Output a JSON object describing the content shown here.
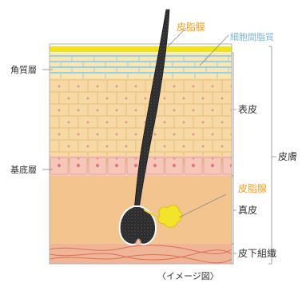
{
  "labels": {
    "sebum_film": "皮脂膜",
    "intercellular_lipid": "細胞間脂質",
    "stratum_corneum": "角質層",
    "epidermis": "表皮",
    "basal_layer": "基底層",
    "sebaceous_gland": "皮脂腺",
    "dermis": "真皮",
    "subcutaneous_tissue": "皮下組織",
    "skin": "皮膚",
    "caption": "〈イメージ図〉"
  },
  "colors": {
    "sebum_film": "#f2e21a",
    "lipid_lines": "#9ccfe0",
    "corneum": "#f8e6b5",
    "epidermis": "#f6d9a5",
    "basal": "#f6c6b9",
    "dermis": "#f4c48f",
    "subcutis": "#f0b596",
    "hair": "#2b2b2b",
    "gland": "#f3e32a",
    "orange_label": "#f0a020",
    "blue_label": "#7fb7d8",
    "text": "#333333"
  },
  "icons": {
    "hair": "hair-shaft-icon",
    "gland": "sebaceous-gland-icon"
  }
}
